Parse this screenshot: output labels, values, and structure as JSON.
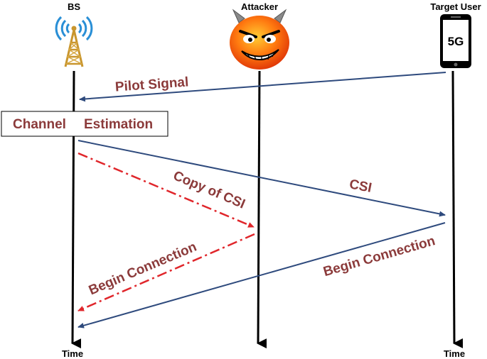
{
  "actors": {
    "bs": "BS",
    "attacker": "Attacker",
    "target_user": "Target User"
  },
  "phone_label": "5G",
  "time_labels": {
    "bs": "Time",
    "target_user": "Time"
  },
  "box_label": {
    "part1": "Channel",
    "part2": "Estimation"
  },
  "messages": {
    "pilot_signal": "Pilot Signal",
    "copy_of_csi": "Copy of CSI",
    "csi": "CSI",
    "begin_connection_attacker": "Begin Connection",
    "begin_connection_user": "Begin Connection"
  },
  "colors": {
    "genuine_arrow": "#2e4a7d",
    "attack_arrow": "#e0262b",
    "label_text": "#8b3a3a"
  }
}
